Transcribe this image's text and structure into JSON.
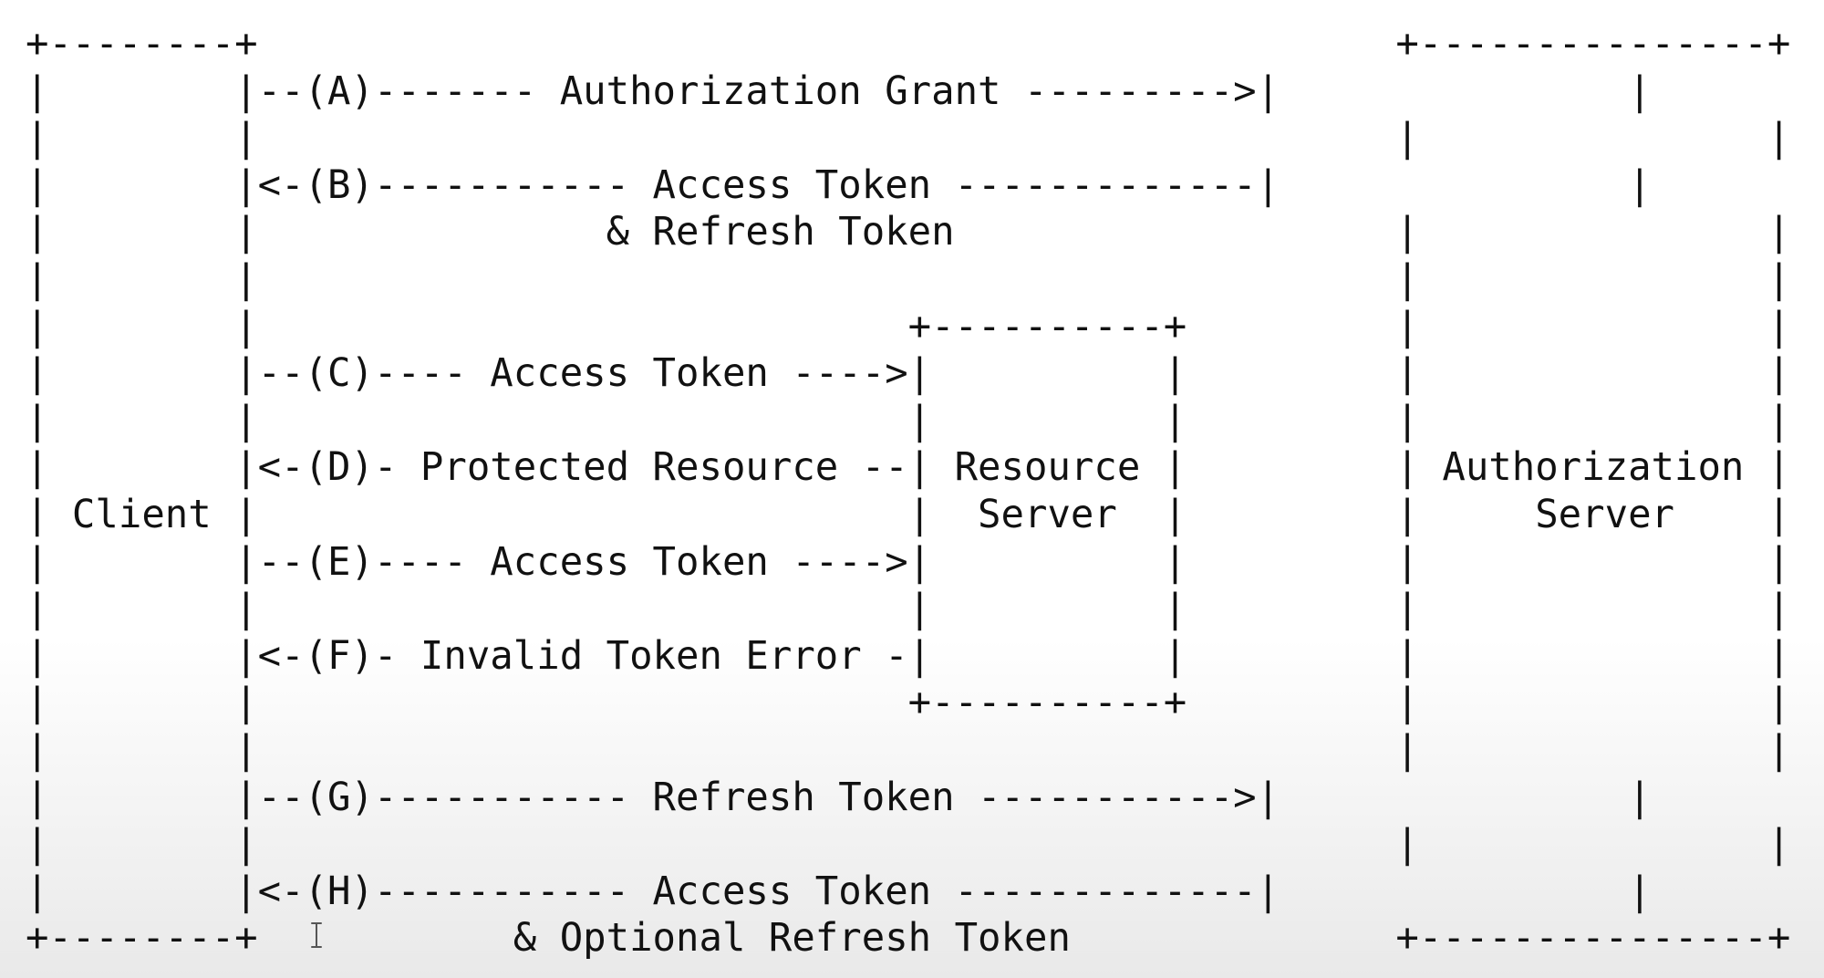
{
  "diagram": {
    "lines": [
      "+--------+                                                 +---------------+",
      "|        |--(A)------- Authorization Grant --------->|               |",
      "|        |                                                 |               |",
      "|        |<-(B)----------- Access Token -------------|               |",
      "|        |               & Refresh Token                   |               |",
      "|        |                                                 |               |",
      "|        |                            +----------+         |               |",
      "|        |--(C)---- Access Token ---->|          |         |               |",
      "|        |                            |          |         |               |",
      "|        |<-(D)- Protected Resource --| Resource |         | Authorization |",
      "| Client |                            |  Server  |         |     Server    |",
      "|        |--(E)---- Access Token ---->|          |         |               |",
      "|        |                            |          |         |               |",
      "|        |<-(F)- Invalid Token Error -|          |         |               |",
      "|        |                            +----------+         |               |",
      "|        |                                                 |               |",
      "|        |--(G)----------- Refresh Token ----------->|               |",
      "|        |                                                 |               |",
      "|        |<-(H)----------- Access Token -------------|               |",
      "+--------+           & Optional Refresh Token              +---------------+"
    ]
  }
}
